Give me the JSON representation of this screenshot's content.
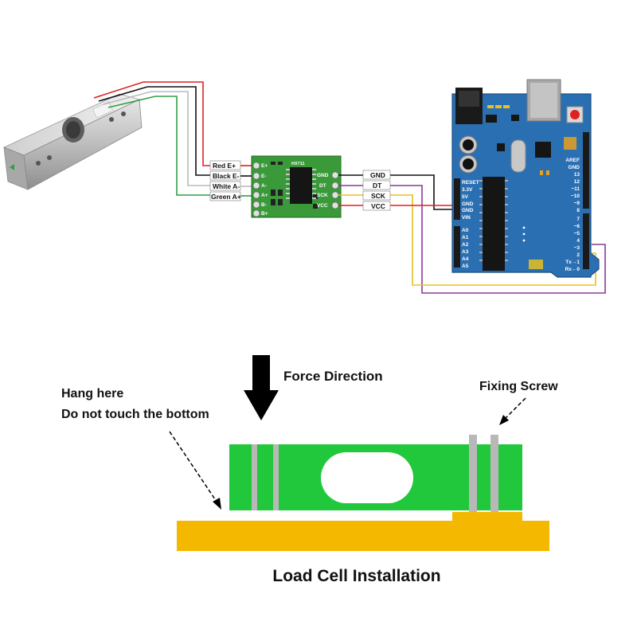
{
  "wiring": {
    "load_cell_wires": [
      "Red E+",
      "Black E-",
      "White A-",
      "Green A+"
    ],
    "hx711": {
      "left_pins": [
        "E+",
        "E-",
        "A-",
        "A+",
        "B-",
        "B+"
      ],
      "right_pins": [
        "GND",
        "DT",
        "SCK",
        "VCC"
      ],
      "chip_label": "HX711"
    },
    "signal_labels": [
      "GND",
      "DT",
      "SCK",
      "VCC"
    ],
    "arduino": {
      "power_pins": [
        "RESET",
        "3.3V",
        "5V",
        "GND",
        "GND",
        "VIN"
      ],
      "analog_pins": [
        "A0",
        "A1",
        "A2",
        "A3",
        "A4",
        "A5"
      ],
      "top_right_pins": [
        "AREF",
        "GND",
        "13",
        "12",
        "~11",
        "~10",
        "~9",
        "8"
      ],
      "digital_pins": [
        "7",
        "~6",
        "~5",
        "4",
        "~3",
        "2",
        "Tx→1",
        "Rx←0"
      ]
    },
    "colors": {
      "red": "#e02020",
      "black": "#111111",
      "white_wire": "#bbbbbb",
      "green": "#2ea043",
      "yellow": "#e8c020",
      "purple": "#8a3a9a",
      "arduino_blue": "#2b6fb3",
      "hx711_green": "#3a9a3a"
    }
  },
  "installation": {
    "force_label": "Force Direction",
    "hang_label_line1": "Hang here",
    "hang_label_line2": "Do not touch the bottom",
    "screw_label": "Fixing Screw",
    "title": "Load Cell Installation",
    "colors": {
      "cell_green": "#22c83c",
      "base_yellow": "#f5b800",
      "screw_gray": "#b8b8b8"
    }
  }
}
